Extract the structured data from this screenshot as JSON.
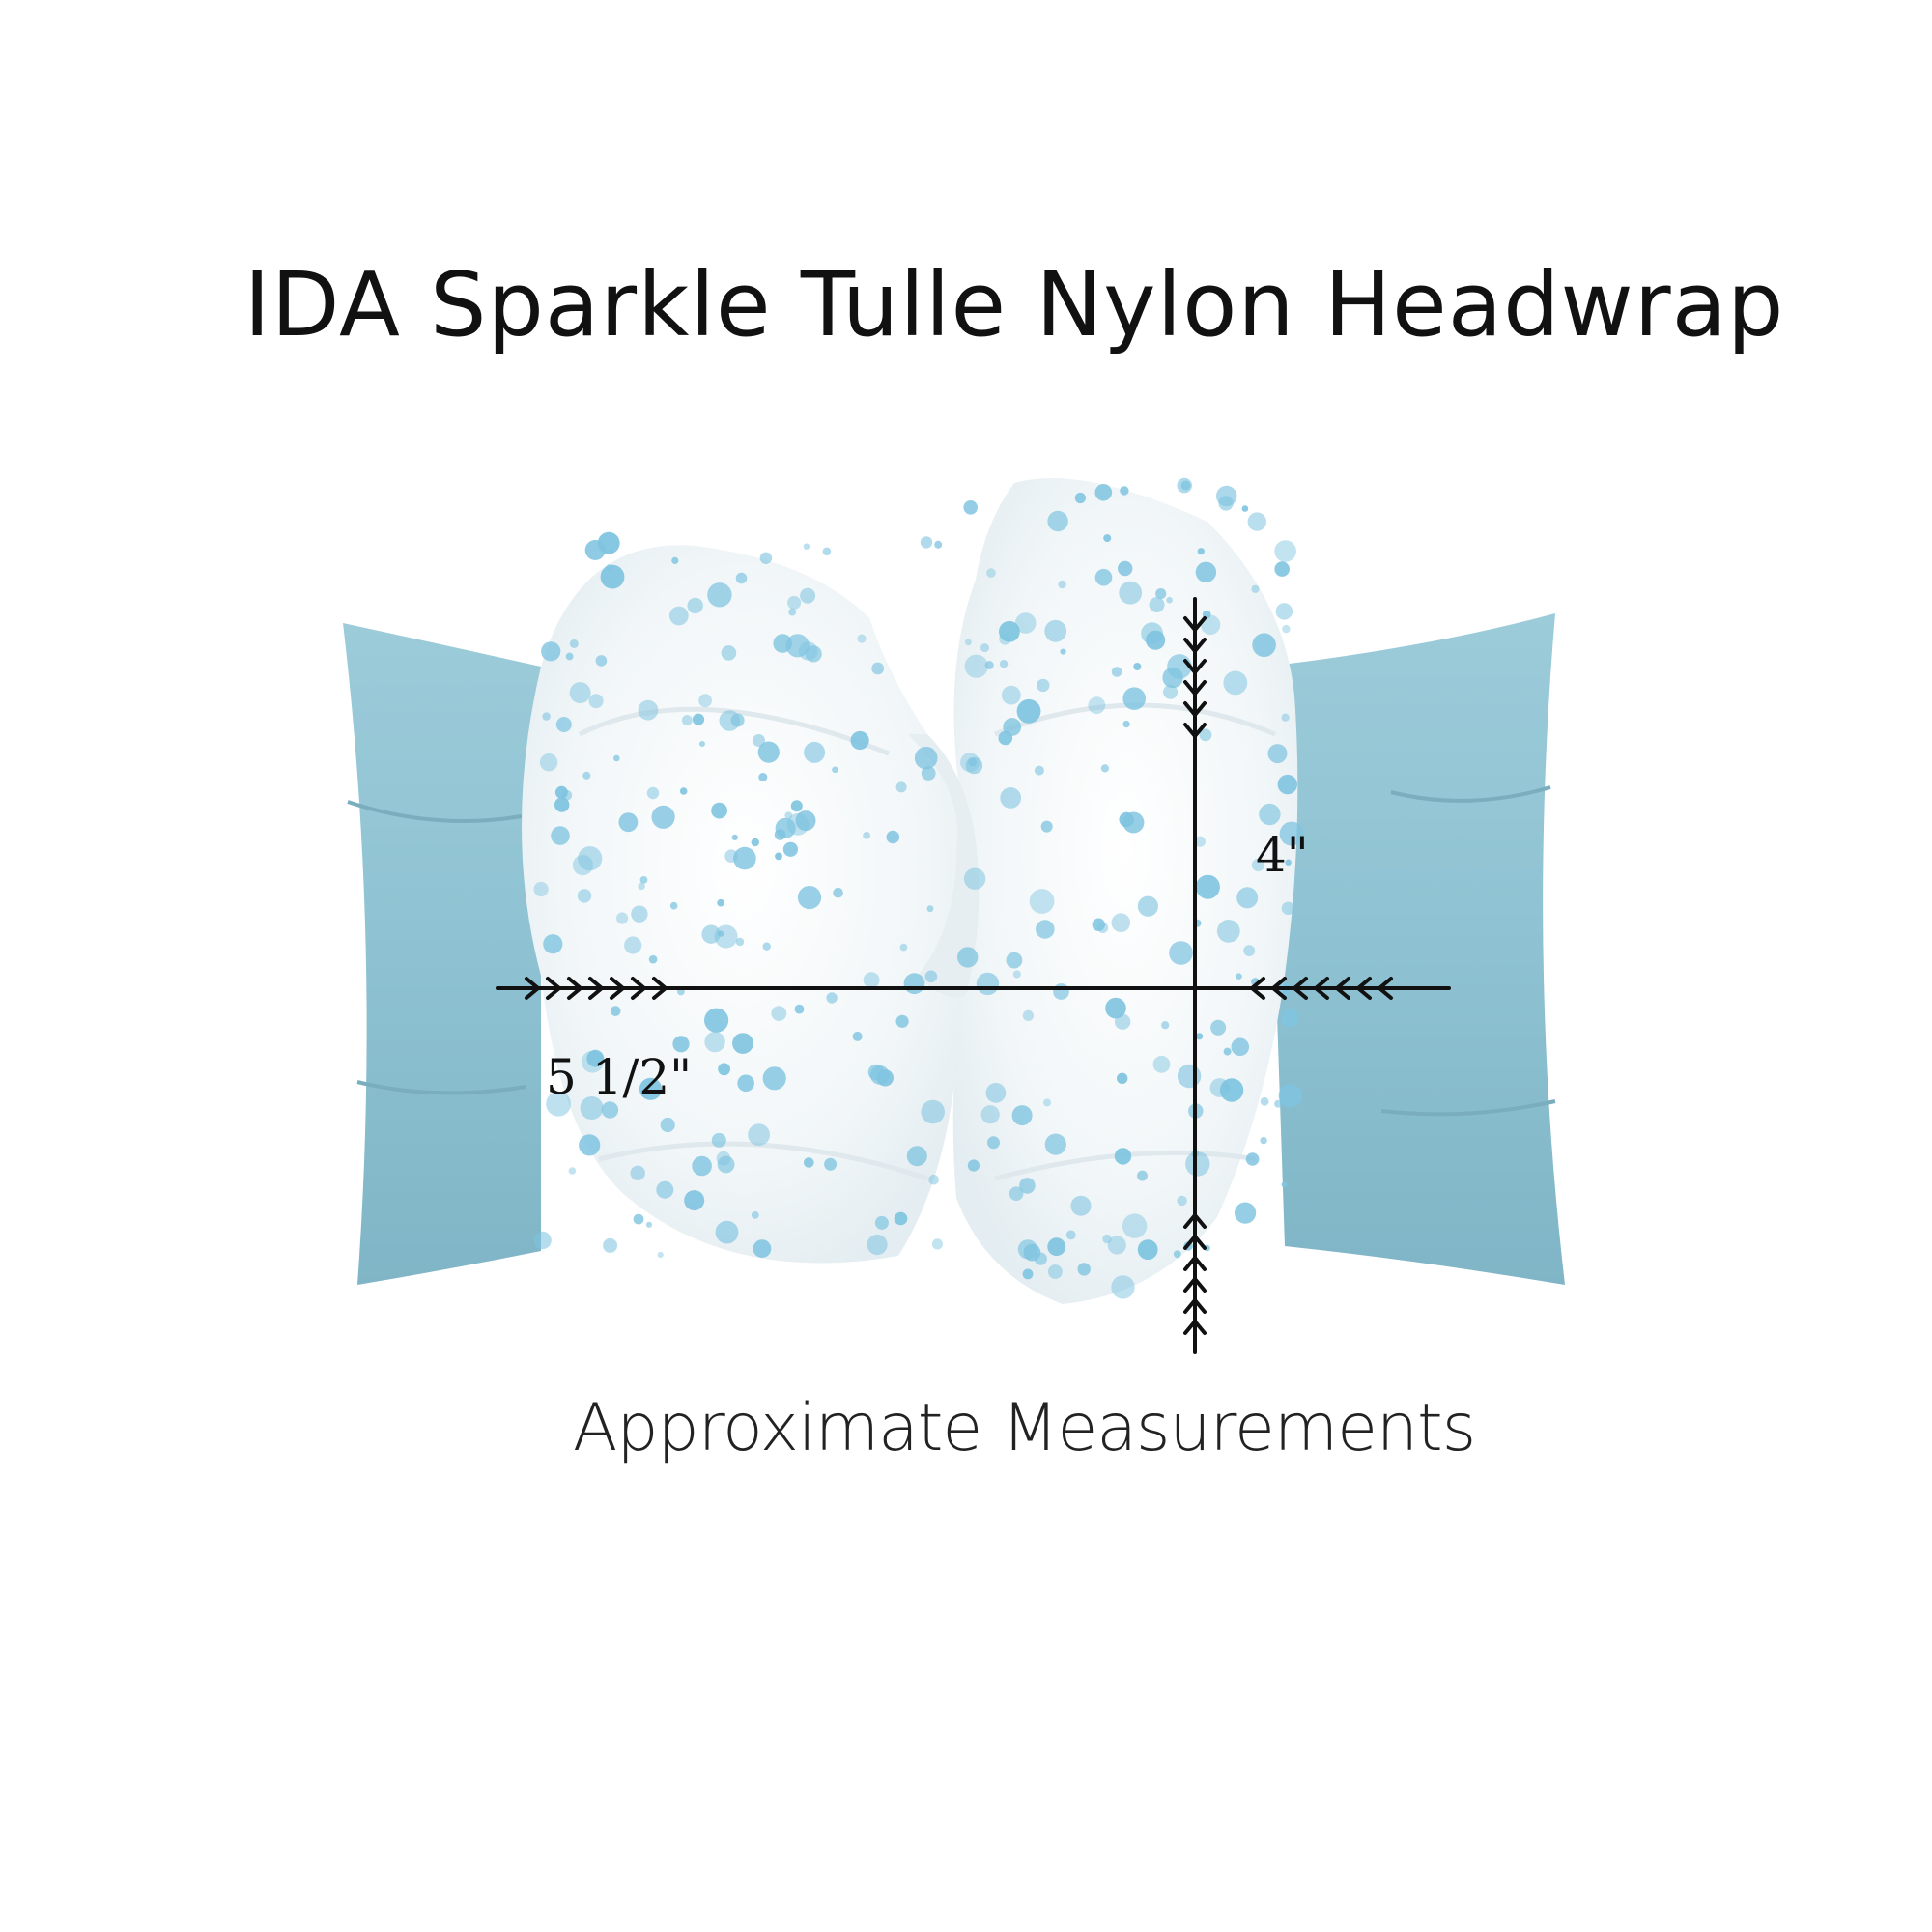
{
  "title": "IDA Sparkle Tulle Nylon Headwrap",
  "footer": "Approximate Measurements",
  "measurements": {
    "height_label": "4\"",
    "width_label": "5 1/2\""
  },
  "colors": {
    "headband": "#8fc3d3",
    "tulle": "#f3f7f9",
    "glitter": "#7fc4e0",
    "ink": "#111111"
  }
}
